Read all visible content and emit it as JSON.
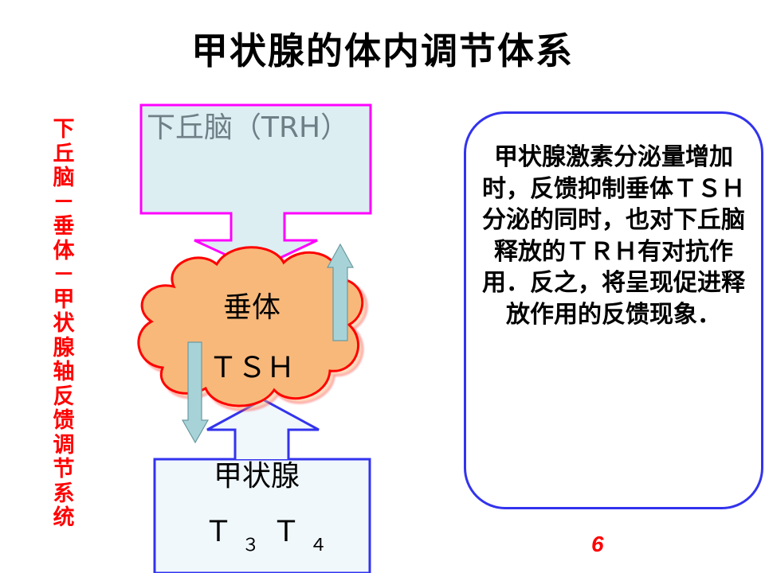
{
  "title": "甲状腺的体内调节体系",
  "side_label": "下丘脑－垂体－甲状腺轴反馈调节系统",
  "hypothalamus": {
    "label": "下丘脑（TRH）"
  },
  "pituitary": {
    "line1": "垂体",
    "line2": "ＴＳＨ"
  },
  "thyroid": {
    "line1": "甲状腺",
    "t3_main": "Ｔ",
    "t3_sub": "３",
    "t4_main": "Ｔ",
    "t4_sub": "４"
  },
  "explanation": "甲状腺激素分泌量增加时，反馈抑制垂体ＴＳＨ分泌的同时，也对下丘脑释放的ＴＲＨ有对抗作用．反之，将呈现促进释放作用的反馈现象．",
  "page_number": "6",
  "colors": {
    "arrow_outline": "#ff00ff",
    "arrow_fill": "#ddeef3",
    "cloud_fill": "#f8b87a",
    "cloud_outline": "#ff0000",
    "thyroid_outline": "#3333ee",
    "thyroid_fill": "#f0f8fc",
    "small_arrow_fill": "#a7d3d8",
    "text_red": "#ff0000",
    "box_outline": "#3333ee"
  }
}
